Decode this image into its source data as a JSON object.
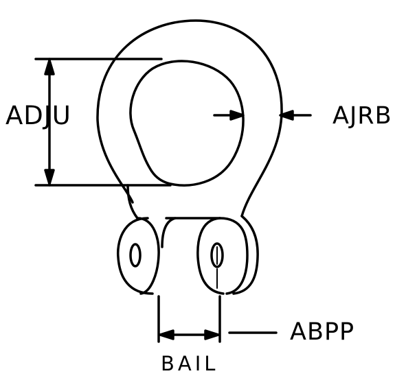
{
  "labels": {
    "adju": "ADJU",
    "ajrb": "AJRB",
    "abpp": "ABPP",
    "bail": "BAIL"
  },
  "colors": {
    "ink": "#000000",
    "paper": "#ffffff"
  }
}
